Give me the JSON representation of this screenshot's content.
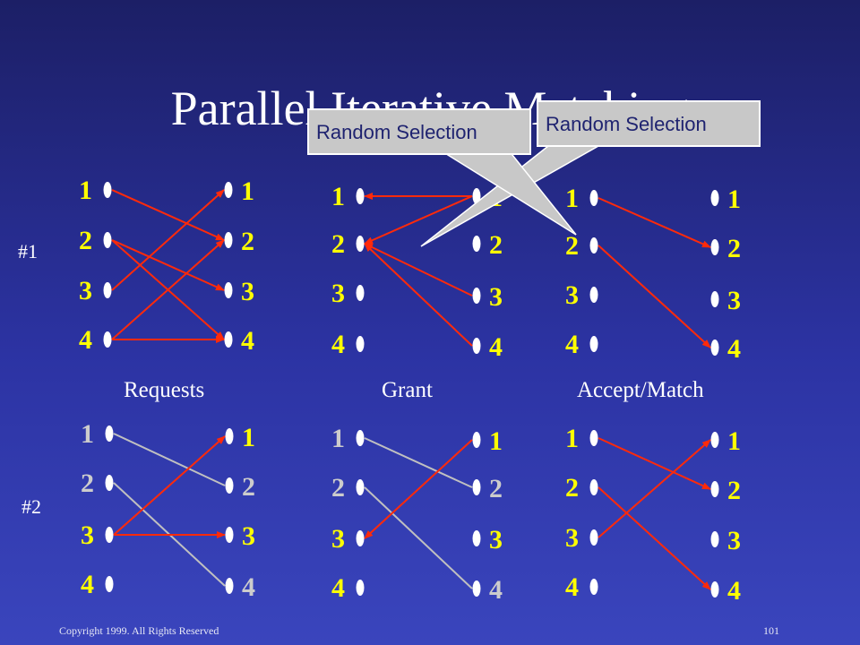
{
  "title": "Parallel Iterative Matching",
  "row_labels": [
    "#1",
    "#2"
  ],
  "stage_labels": [
    "Requests",
    "Grant",
    "Accept/Match"
  ],
  "callouts": [
    "Random Selection",
    "Random Selection"
  ],
  "footer": {
    "copyright": "Copyright 1999. All Rights Reserved",
    "page_number": "101"
  },
  "colors": {
    "background_top": "#1c1f66",
    "background_bottom": "#3a45bd",
    "number_yellow": "#ffff00",
    "number_gray": "#cccccc",
    "arrow_red": "#ff2a0a",
    "arrow_gray": "#c0c0c0",
    "callout_fill": "#c8c8c8"
  },
  "panels": [
    {
      "row": 1,
      "stage": "Requests",
      "inputs": [
        {
          "label": "1",
          "color": "yellow"
        },
        {
          "label": "2",
          "color": "yellow"
        },
        {
          "label": "3",
          "color": "yellow"
        },
        {
          "label": "4",
          "color": "yellow"
        }
      ],
      "outputs": [
        {
          "label": "1",
          "color": "yellow"
        },
        {
          "label": "2",
          "color": "yellow"
        },
        {
          "label": "3",
          "color": "yellow"
        },
        {
          "label": "4",
          "color": "yellow"
        }
      ],
      "edges": [
        {
          "from_input": 1,
          "to_output": 2,
          "color": "red",
          "arrow_at": "output"
        },
        {
          "from_input": 2,
          "to_output": 3,
          "color": "red",
          "arrow_at": "output"
        },
        {
          "from_input": 2,
          "to_output": 4,
          "color": "red",
          "arrow_at": "output"
        },
        {
          "from_input": 3,
          "to_output": 1,
          "color": "red",
          "arrow_at": "output"
        },
        {
          "from_input": 4,
          "to_output": 2,
          "color": "red",
          "arrow_at": "output"
        },
        {
          "from_input": 4,
          "to_output": 4,
          "color": "red",
          "arrow_at": "output"
        }
      ]
    },
    {
      "row": 1,
      "stage": "Grant",
      "inputs": [
        {
          "label": "1",
          "color": "yellow"
        },
        {
          "label": "2",
          "color": "yellow"
        },
        {
          "label": "3",
          "color": "yellow"
        },
        {
          "label": "4",
          "color": "yellow"
        }
      ],
      "outputs": [
        {
          "label": "1",
          "color": "yellow"
        },
        {
          "label": "2",
          "color": "yellow"
        },
        {
          "label": "3",
          "color": "yellow"
        },
        {
          "label": "4",
          "color": "yellow"
        }
      ],
      "edges": [
        {
          "from_input": 1,
          "to_output": 1,
          "color": "red",
          "arrow_at": "input"
        },
        {
          "from_input": 2,
          "to_output": 1,
          "color": "red",
          "arrow_at": "input"
        },
        {
          "from_input": 2,
          "to_output": 3,
          "color": "red",
          "arrow_at": "input"
        },
        {
          "from_input": 2,
          "to_output": 4,
          "color": "red",
          "arrow_at": "input"
        }
      ]
    },
    {
      "row": 1,
      "stage": "Accept/Match",
      "inputs": [
        {
          "label": "1",
          "color": "yellow"
        },
        {
          "label": "2",
          "color": "yellow"
        },
        {
          "label": "3",
          "color": "yellow"
        },
        {
          "label": "4",
          "color": "yellow"
        }
      ],
      "outputs": [
        {
          "label": "1",
          "color": "yellow"
        },
        {
          "label": "2",
          "color": "yellow"
        },
        {
          "label": "3",
          "color": "yellow"
        },
        {
          "label": "4",
          "color": "yellow"
        }
      ],
      "edges": [
        {
          "from_input": 1,
          "to_output": 2,
          "color": "red",
          "arrow_at": "output"
        },
        {
          "from_input": 2,
          "to_output": 4,
          "color": "red",
          "arrow_at": "output"
        }
      ]
    },
    {
      "row": 2,
      "stage": "Requests",
      "inputs": [
        {
          "label": "1",
          "color": "gray"
        },
        {
          "label": "2",
          "color": "gray"
        },
        {
          "label": "3",
          "color": "yellow"
        },
        {
          "label": "4",
          "color": "yellow"
        }
      ],
      "outputs": [
        {
          "label": "1",
          "color": "yellow"
        },
        {
          "label": "2",
          "color": "gray"
        },
        {
          "label": "3",
          "color": "yellow"
        },
        {
          "label": "4",
          "color": "gray"
        }
      ],
      "edges": [
        {
          "from_input": 1,
          "to_output": 2,
          "color": "gray",
          "arrow_at": "none"
        },
        {
          "from_input": 2,
          "to_output": 4,
          "color": "gray",
          "arrow_at": "none"
        },
        {
          "from_input": 3,
          "to_output": 1,
          "color": "red",
          "arrow_at": "output"
        },
        {
          "from_input": 3,
          "to_output": 3,
          "color": "red",
          "arrow_at": "output"
        }
      ]
    },
    {
      "row": 2,
      "stage": "Grant",
      "inputs": [
        {
          "label": "1",
          "color": "gray"
        },
        {
          "label": "2",
          "color": "gray"
        },
        {
          "label": "3",
          "color": "yellow"
        },
        {
          "label": "4",
          "color": "yellow"
        }
      ],
      "outputs": [
        {
          "label": "1",
          "color": "yellow"
        },
        {
          "label": "2",
          "color": "gray"
        },
        {
          "label": "3",
          "color": "yellow"
        },
        {
          "label": "4",
          "color": "gray"
        }
      ],
      "edges": [
        {
          "from_input": 1,
          "to_output": 2,
          "color": "gray",
          "arrow_at": "none"
        },
        {
          "from_input": 2,
          "to_output": 4,
          "color": "gray",
          "arrow_at": "none"
        },
        {
          "from_input": 3,
          "to_output": 1,
          "color": "red",
          "arrow_at": "input"
        }
      ]
    },
    {
      "row": 2,
      "stage": "Accept/Match",
      "inputs": [
        {
          "label": "1",
          "color": "yellow"
        },
        {
          "label": "2",
          "color": "yellow"
        },
        {
          "label": "3",
          "color": "yellow"
        },
        {
          "label": "4",
          "color": "yellow"
        }
      ],
      "outputs": [
        {
          "label": "1",
          "color": "yellow"
        },
        {
          "label": "2",
          "color": "yellow"
        },
        {
          "label": "3",
          "color": "yellow"
        },
        {
          "label": "4",
          "color": "yellow"
        }
      ],
      "edges": [
        {
          "from_input": 1,
          "to_output": 2,
          "color": "red",
          "arrow_at": "output"
        },
        {
          "from_input": 2,
          "to_output": 4,
          "color": "red",
          "arrow_at": "output"
        },
        {
          "from_input": 3,
          "to_output": 1,
          "color": "red",
          "arrow_at": "output"
        }
      ]
    }
  ]
}
